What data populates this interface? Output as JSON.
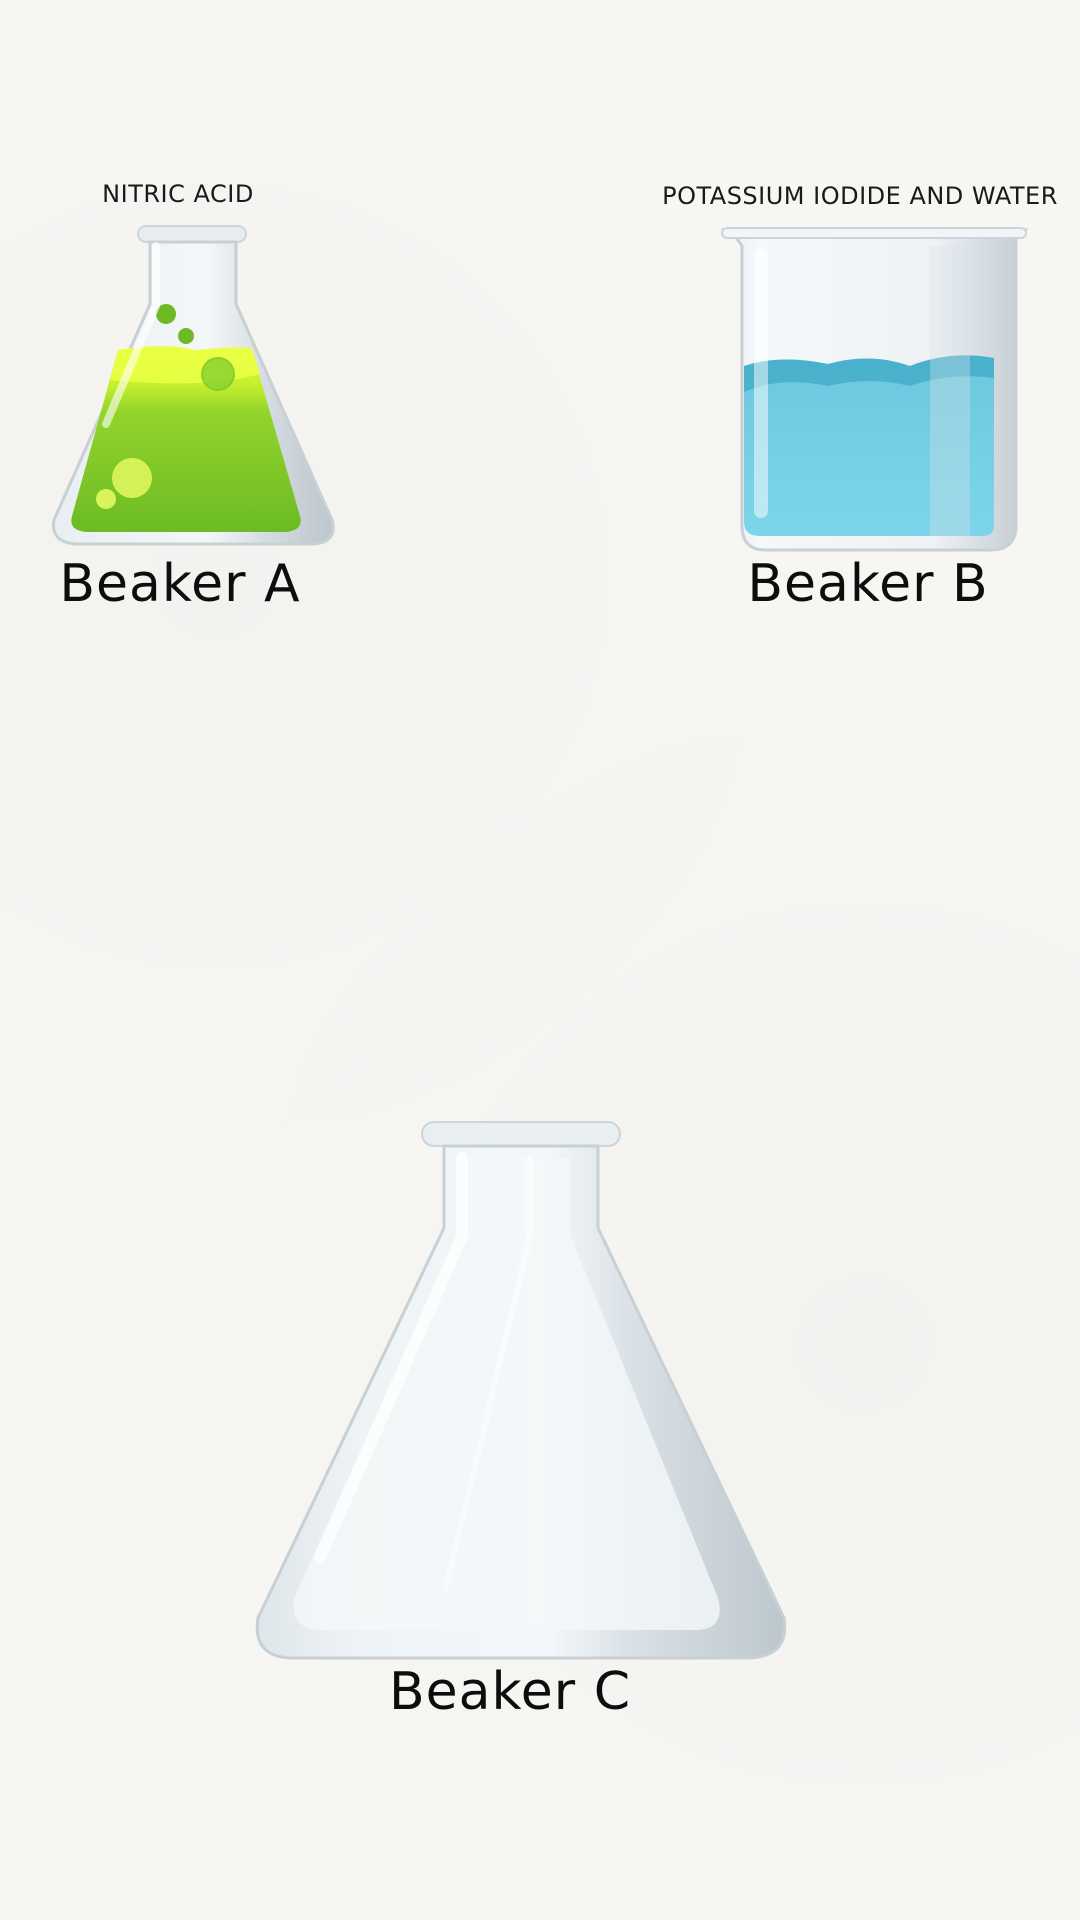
{
  "beakers": {
    "a": {
      "contents_label": "NITRIC ACID",
      "name": "Beaker A",
      "liquid_color": "#7cc62c",
      "vessel_type": "erlenmeyer-flask"
    },
    "b": {
      "contents_label": "POTASSIUM IODIDE AND WATER",
      "name": "Beaker B",
      "liquid_color": "#7fd3e8",
      "vessel_type": "beaker"
    },
    "c": {
      "contents_label": "",
      "name": "Beaker C",
      "liquid_color": "",
      "vessel_type": "erlenmeyer-flask"
    }
  }
}
